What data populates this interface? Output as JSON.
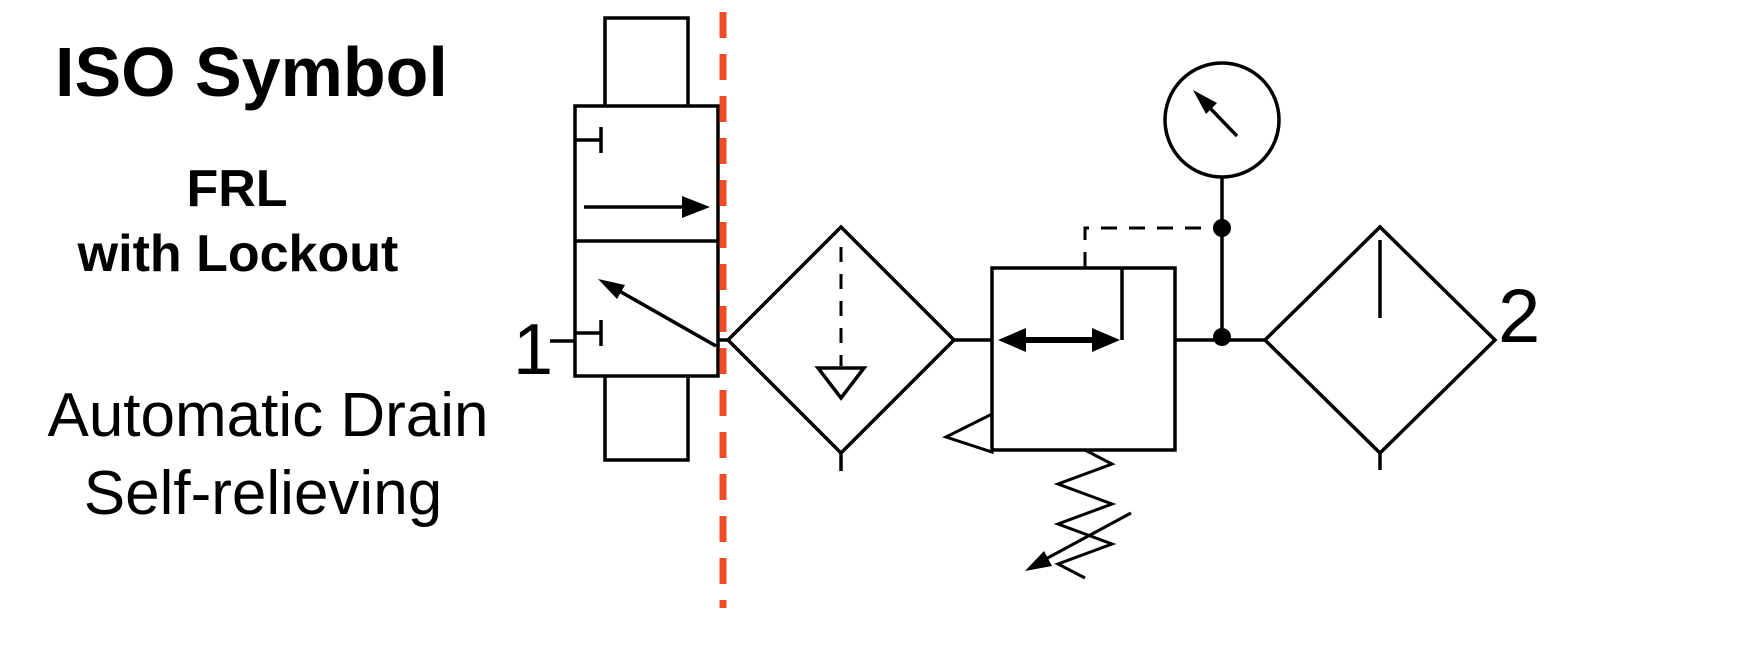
{
  "title": "ISO Symbol",
  "heading": {
    "line1": "FRL",
    "line2": "with Lockout"
  },
  "notes": {
    "line1": "Automatic Drain",
    "line2": "Self-relieving"
  },
  "ports": {
    "inlet_label": "1",
    "outlet_label": "2"
  },
  "colors": {
    "line": "#000000",
    "lockout_boundary": "#ee4d24",
    "background": "#ffffff"
  },
  "symbols": {
    "valve": "lockout-valve-symbol",
    "boundary": "lockout-boundary-dashed-line",
    "filter": "filter-auto-drain-symbol",
    "regulator": "self-relieving-regulator-symbol",
    "gauge": "pressure-gauge-symbol",
    "lubricator": "lubricator-symbol"
  }
}
